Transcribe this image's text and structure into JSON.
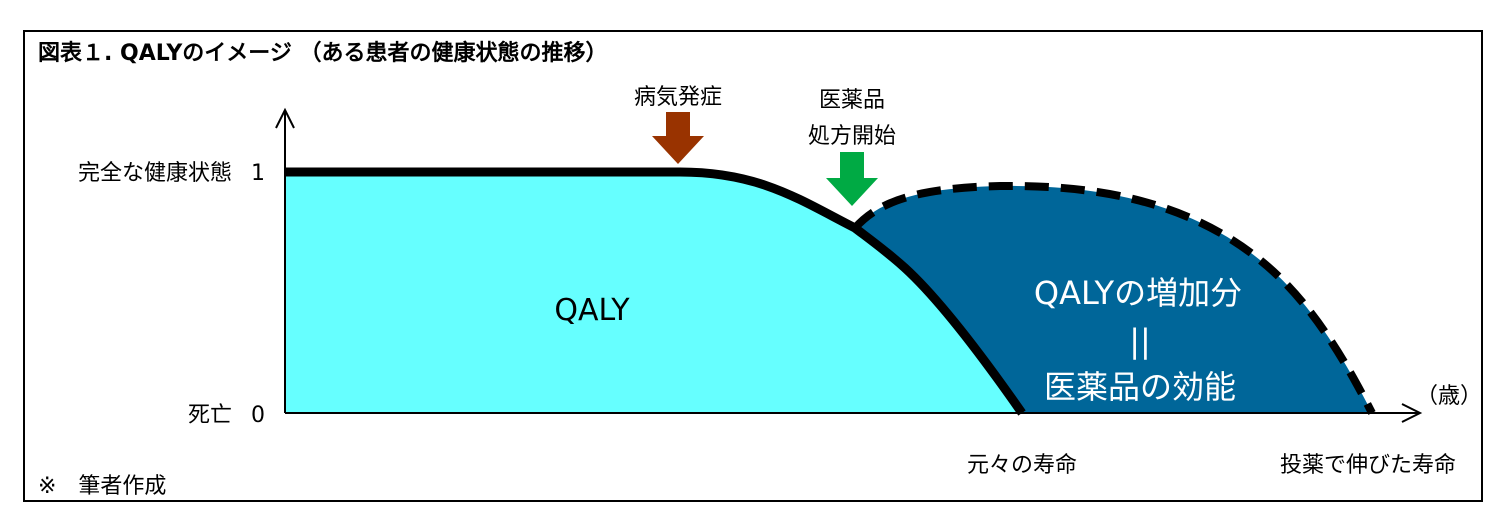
{
  "figure": {
    "title": "図表１. QALYのイメージ （ある患者の健康状態の推移）",
    "note": "※　筆者作成"
  },
  "axes": {
    "y_top_label": "完全な健康状態",
    "y_top_value": "1",
    "y_bottom_label": "死亡",
    "y_bottom_value": "0",
    "x_unit": "（歳）",
    "x_mark_original": "元々の寿命",
    "x_mark_extended": "投薬で伸びた寿命"
  },
  "annotations": {
    "onset": "病気発症",
    "treatment_line1": "医薬品",
    "treatment_line2": "処方開始"
  },
  "regions": {
    "qaly": "QALY",
    "gain_line1": "QALYの増加分",
    "gain_line2": "||",
    "gain_line3": "医薬品の効能"
  },
  "colors": {
    "qaly_fill": "#66FFFF",
    "gain_fill": "#006699",
    "onset_arrow": "#993300",
    "treatment_arrow": "#00AA44",
    "line": "#000000"
  }
}
